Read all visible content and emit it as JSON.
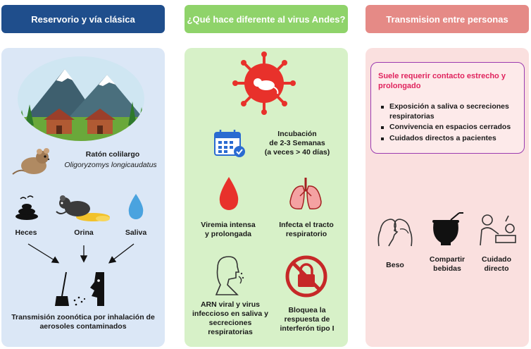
{
  "headers": {
    "reservoir": "Reservorio y vía clásica",
    "andes": "¿Qué hace diferente al virus Andes?",
    "transmission": "Transmision entre personas"
  },
  "reservoir": {
    "rodent_name": "Ratón colilargo",
    "rodent_species": "Oligoryzomys longicaudatus",
    "sources": [
      "Heces",
      "Orina",
      "Saliva"
    ],
    "conclusion": "Transmisión zoonótica por inhalación de aerosoles contaminados"
  },
  "andes": {
    "incubation": [
      "Incubación",
      "de 2-3 Semanas",
      "(a veces > 40 días)"
    ],
    "viremia": [
      "Viremia intensa",
      "y prolongada"
    ],
    "respiratory": [
      "Infecta el tracto",
      "respiratorio"
    ],
    "rna": [
      "ARN viral y virus",
      "infeccioso en saliva y",
      "secreciones",
      "respiratorias"
    ],
    "interferon": [
      "Bloquea la",
      "respuesta de",
      "interferón tipo I"
    ]
  },
  "transmission": {
    "contact_title": "Suele requerir contacto estrecho y prolongado",
    "bullets": [
      "Exposición a saliva o secreciones respiratorias",
      "Convivencia en espacios cerrados",
      "Cuidados directos a pacientes"
    ],
    "modes": [
      [
        "Beso"
      ],
      [
        "Compartir",
        "bebidas"
      ],
      [
        "Cuidado",
        "directo"
      ]
    ]
  },
  "colors": {
    "header_blue": "#1f4e8c",
    "header_green": "#8fd36a",
    "header_red": "#e58a86",
    "virus_red": "#e8312b",
    "accent_pink": "#e0245e"
  }
}
